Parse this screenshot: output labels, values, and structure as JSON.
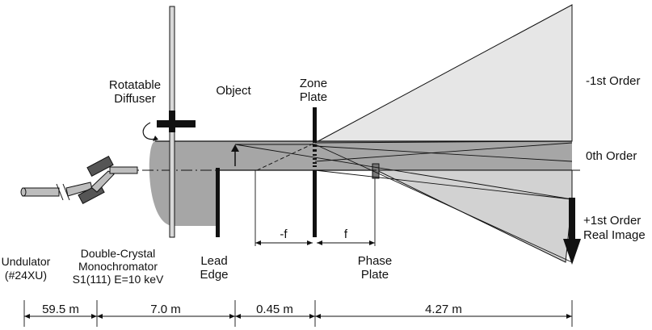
{
  "labels": {
    "rotatable": "Rotatable",
    "diffuser": "Diffuser",
    "object": "Object",
    "zone": "Zone",
    "plate": "Plate",
    "minus_first_order": "-1st Order",
    "zeroth_order": "0th Order",
    "plus_first_order": "+1st Order",
    "real_image": "Real Image",
    "undulator": "Undulator",
    "undulator_id": "(#24XU)",
    "double_crystal": "Double-Crystal",
    "monochromator": "Monochromator",
    "mono_spec": "S1(111) E=10 keV",
    "lead": "Lead",
    "edge": "Edge",
    "phase": "Phase",
    "phase_plate": "Plate",
    "minus_f": "-f",
    "f": "f"
  },
  "distances": [
    "59.5 m",
    "7.0 m",
    "0.45 m",
    "4.27 m"
  ],
  "colors": {
    "beam": "#a6a6a6",
    "cone": "#e6e6e6",
    "cone_lower": "#d2d2d2",
    "line": "#111111"
  }
}
